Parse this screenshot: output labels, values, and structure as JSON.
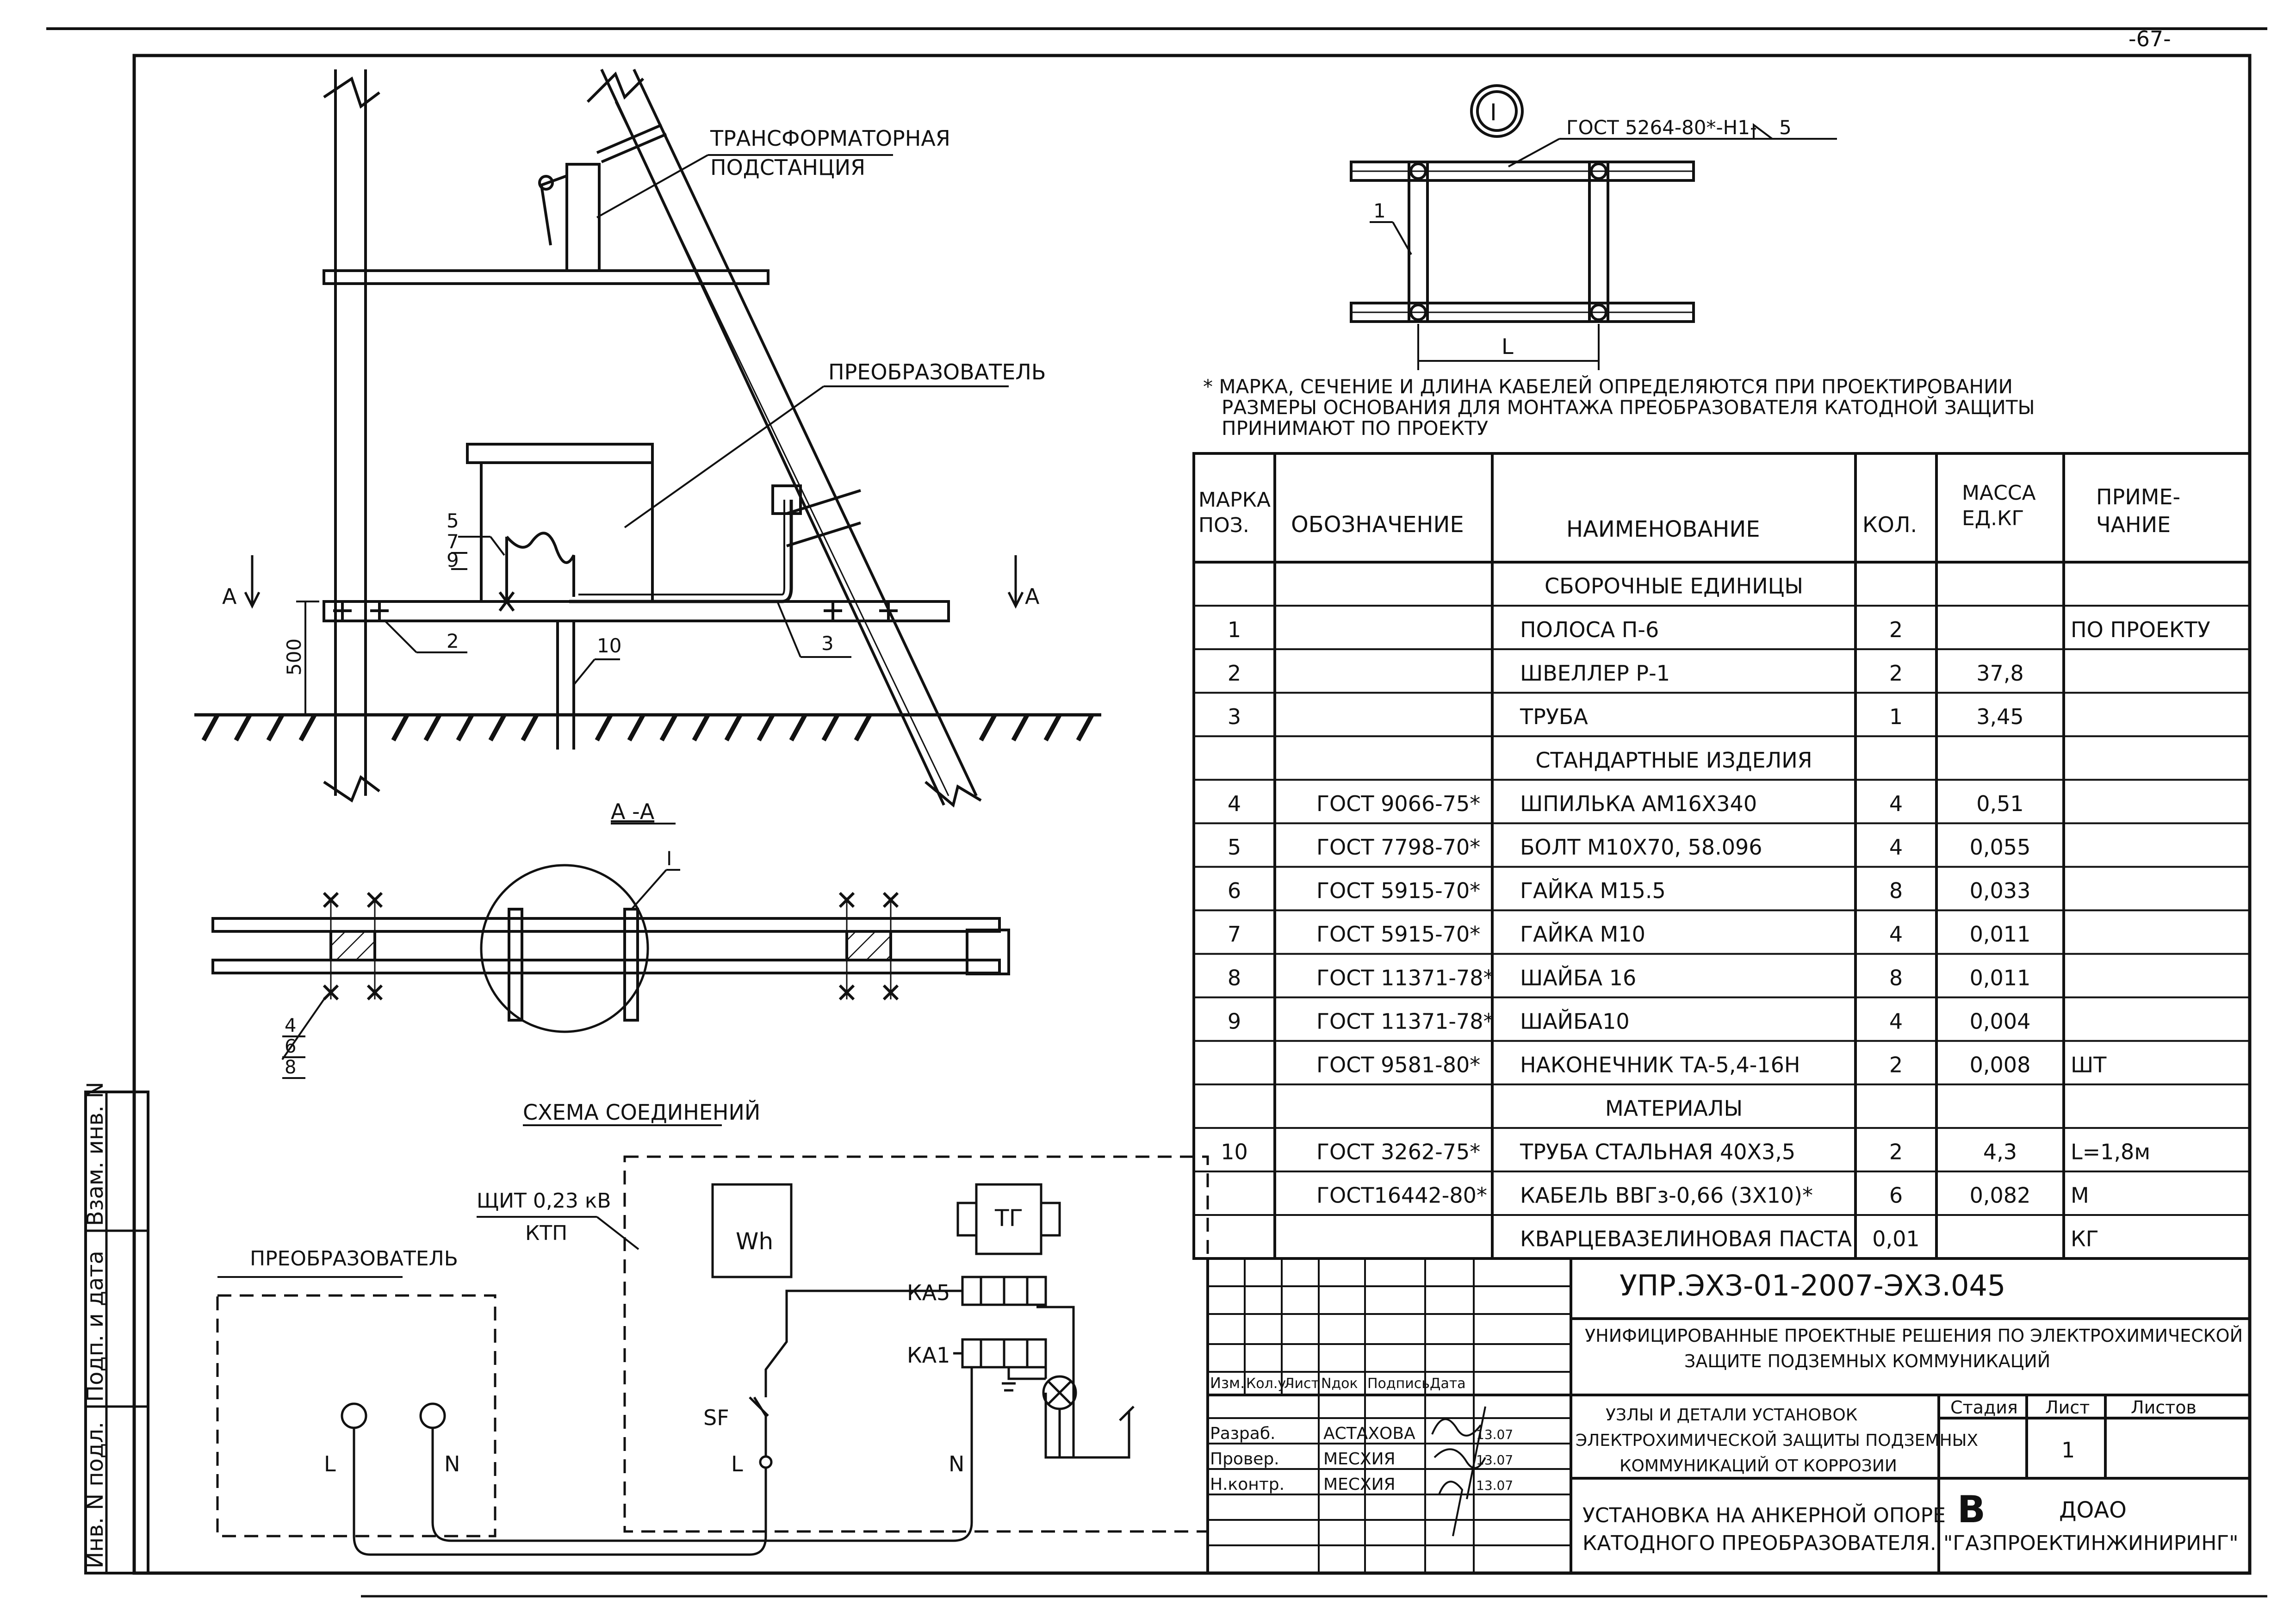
{
  "page_number": "-67-",
  "side_stamp": {
    "inv_podl": "Инв. N подл.",
    "podp_data": "Подп. и дата",
    "vzam_inv": "Взам. инв. N"
  },
  "main_view": {
    "label_substation_line1": "ТРАНСФОРМАТОРНАЯ",
    "label_substation_line2": "ПОДСТАНЦИЯ",
    "label_converter": "ПРЕОБРАЗОВАТЕЛЬ",
    "callout_5": "5",
    "callout_7": "7",
    "callout_9": "9",
    "callout_2": "2",
    "callout_3": "3",
    "callout_10": "10",
    "dim_500": "500",
    "section_mark_left": "А",
    "section_mark_right": "А"
  },
  "section_view": {
    "title": "А -А",
    "detail_ref": "I",
    "callout_4": "4",
    "callout_6": "6",
    "callout_8": "8"
  },
  "detail_view": {
    "detail_ref": "I",
    "weld_note": "ГОСТ 5264-80*-Н1-",
    "weld_size": "5",
    "callout_1": "1",
    "dim_L": "L"
  },
  "notes": {
    "line1": "* МАРКА, СЕЧЕНИЕ И ДЛИНА КАБЕЛЕЙ ОПРЕДЕЛЯЮТСЯ ПРИ ПРОЕКТИРОВАНИИ",
    "line2": "РАЗМЕРЫ ОСНОВАНИЯ ДЛЯ МОНТАЖА ПРЕОБРАЗОВАТЕЛЯ КАТОДНОЙ ЗАЩИТЫ",
    "line3": "ПРИНИМАЮТ ПО ПРОЕКТУ"
  },
  "spec_table": {
    "headers": {
      "mark": "МАРКА ПОЗ.",
      "mark_l1": "МАРКА",
      "mark_l2": "ПОЗ.",
      "designation": "ОБОЗНАЧЕНИЕ",
      "name": "НАИМЕНОВАНИЕ",
      "qty": "КОЛ.",
      "mass_l1": "МАССА",
      "mass_l2": "ЕД.КГ",
      "note_l1": "ПРИМЕ-",
      "note_l2": "ЧАНИЕ"
    },
    "rows": [
      {
        "pos": "",
        "desig": "",
        "name": "СБОРОЧНЫЕ ЕДИНИЦЫ",
        "qty": "",
        "mass": "",
        "note": "",
        "section": true
      },
      {
        "pos": "1",
        "desig": "",
        "name": "ПОЛОСА П-6",
        "qty": "2",
        "mass": "",
        "note": "ПО ПРОЕКТУ"
      },
      {
        "pos": "2",
        "desig": "",
        "name": "ШВЕЛЛЕР Р-1",
        "qty": "2",
        "mass": "37,8",
        "note": ""
      },
      {
        "pos": "3",
        "desig": "",
        "name": "ТРУБА",
        "qty": "1",
        "mass": "3,45",
        "note": ""
      },
      {
        "pos": "",
        "desig": "",
        "name": "СТАНДАРТНЫЕ ИЗДЕЛИЯ",
        "qty": "",
        "mass": "",
        "note": "",
        "section": true
      },
      {
        "pos": "4",
        "desig": "ГОСТ 9066-75*",
        "name": "ШПИЛЬКА АМ16Х340",
        "qty": "4",
        "mass": "0,51",
        "note": ""
      },
      {
        "pos": "5",
        "desig": "ГОСТ 7798-70*",
        "name": "БОЛТ М10Х70, 58.096",
        "qty": "4",
        "mass": "0,055",
        "note": ""
      },
      {
        "pos": "6",
        "desig": "ГОСТ 5915-70*",
        "name": "ГАЙКА М15.5",
        "qty": "8",
        "mass": "0,033",
        "note": ""
      },
      {
        "pos": "7",
        "desig": "ГОСТ 5915-70*",
        "name": "ГАЙКА М10",
        "qty": "4",
        "mass": "0,011",
        "note": ""
      },
      {
        "pos": "8",
        "desig": "ГОСТ 11371-78*",
        "name": "ШАЙБА 16",
        "qty": "8",
        "mass": "0,011",
        "note": ""
      },
      {
        "pos": "9",
        "desig": "ГОСТ 11371-78*",
        "name": "ШАЙБА10",
        "qty": "4",
        "mass": "0,004",
        "note": ""
      },
      {
        "pos": "",
        "desig": "ГОСТ 9581-80*",
        "name": "НАКОНЕЧНИК ТА-5,4-16Н",
        "qty": "2",
        "mass": "0,008",
        "note": "ШТ"
      },
      {
        "pos": "",
        "desig": "",
        "name": "МАТЕРИАЛЫ",
        "qty": "",
        "mass": "",
        "note": "",
        "section": true
      },
      {
        "pos": "10",
        "desig": "ГОСТ 3262-75*",
        "name": "ТРУБА СТАЛЬНАЯ 40Х3,5",
        "qty": "2",
        "mass": "4,3",
        "note": "L=1,8м"
      },
      {
        "pos": "",
        "desig": "ГОСТ16442-80*",
        "name": "КАБЕЛЬ ВВГз-0,66 (3Х10)*",
        "qty": "6",
        "mass": "0,082",
        "note": "М"
      },
      {
        "pos": "",
        "desig": "",
        "name": "КВАРЦЕВАЗЕЛИНОВАЯ ПАСТА",
        "qty": "0,01",
        "mass": "",
        "note": "КГ"
      }
    ]
  },
  "schema": {
    "title": "СХЕМА СОЕДИНЕНИЙ",
    "converter": "ПРЕОБРАЗОВАТЕЛЬ",
    "panel_l1": "ЩИТ 0,23 кВ",
    "panel_l2": "КТП",
    "meter": "Wh",
    "tg": "ТГ",
    "ka5": "КА5",
    "ka1": "КА1",
    "sf": "SF",
    "term_L_conv": "L",
    "term_N_conv": "N",
    "term_L_panel": "L",
    "term_N_panel": "N"
  },
  "title_block": {
    "code": "УПР.ЭХЗ-01-2007-ЭХЗ.045",
    "project_l1": "УНИФИЦИРОВАННЫЕ ПРОЕКТНЫЕ РЕШЕНИЯ ПО ЭЛЕКТРОХИМИЧЕСКОЙ",
    "project_l2": "ЗАЩИТЕ ПОДЗЕМНЫХ КОММУНИКАЦИЙ",
    "col_izm": "Изм.",
    "col_kol": "Кол.уч",
    "col_list": "Лист",
    "col_ndok": "Nдок",
    "col_podpis": "Подпись",
    "col_data": "Дата",
    "razrab_label": "Разраб.",
    "razrab_name": "АСТАХОВА",
    "razrab_date": "13.07",
    "prover_label": "Провер.",
    "prover_name": "МЕСХИЯ",
    "prover_date": "13.07",
    "nkontr_label": "Н.контр.",
    "nkontr_name": "МЕСХИЯ",
    "nkontr_date": "13.07",
    "part_l1": "УЗЛЫ И ДЕТАЛИ УСТАНОВОК",
    "part_l2": "ЭЛЕКТРОХИМИЧЕСКОЙ ЗАЩИТЫ ПОДЗЕМНЫХ",
    "part_l3": "КОММУНИКАЦИЙ ОТ КОРРОЗИИ",
    "stage_label": "Стадия",
    "sheet_label": "Лист",
    "sheets_label": "Листов",
    "sheet_value": "1",
    "sheet_title_l1": "УСТАНОВКА НА АНКЕРНОЙ ОПОРЕ",
    "sheet_title_l2": "КАТОДНОГО ПРЕОБРАЗОВАТЕЛЯ.",
    "org_logo": "В",
    "org_l1": "ДОАО",
    "org_l2": "\"ГАЗПРОЕКТИНЖИНИРИНГ\""
  }
}
